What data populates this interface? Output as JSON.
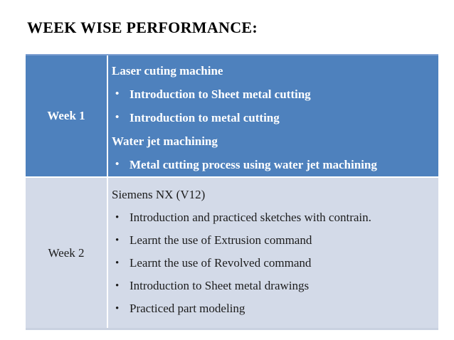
{
  "slide": {
    "title": "WEEK WISE PERFORMANCE:",
    "bullet_glyph": "•",
    "colors": {
      "week1_row_bg": "#4e81bd",
      "week1_row_text": "#ffffff",
      "week2_row_bg": "#d3dae8",
      "week2_row_text": "#1c1c1c",
      "title_text": "#000000",
      "cell_gap_border": "#ffffff"
    },
    "table": {
      "rows": [
        {
          "week": "Week 1",
          "lines": [
            {
              "type": "heading",
              "text": "Laser cuting machine"
            },
            {
              "type": "bullet",
              "text": "Introduction to Sheet metal cutting"
            },
            {
              "type": "bullet",
              "text": "Introduction to metal cutting"
            },
            {
              "type": "heading",
              "text": "Water jet machining"
            },
            {
              "type": "bullet",
              "text": "Metal cutting process using water jet machining"
            }
          ]
        },
        {
          "week": "Week 2",
          "lines": [
            {
              "type": "heading",
              "text": "Siemens NX (V12)"
            },
            {
              "type": "bullet",
              "text": "Introduction and practiced sketches with contrain."
            },
            {
              "type": "bullet",
              "text": "Learnt the use of Extrusion command"
            },
            {
              "type": "bullet",
              "text": "Learnt the use of Revolved command"
            },
            {
              "type": "bullet",
              "text": "Introduction to Sheet metal drawings"
            },
            {
              "type": "bullet",
              "text": "Practiced part modeling"
            }
          ]
        }
      ]
    }
  }
}
